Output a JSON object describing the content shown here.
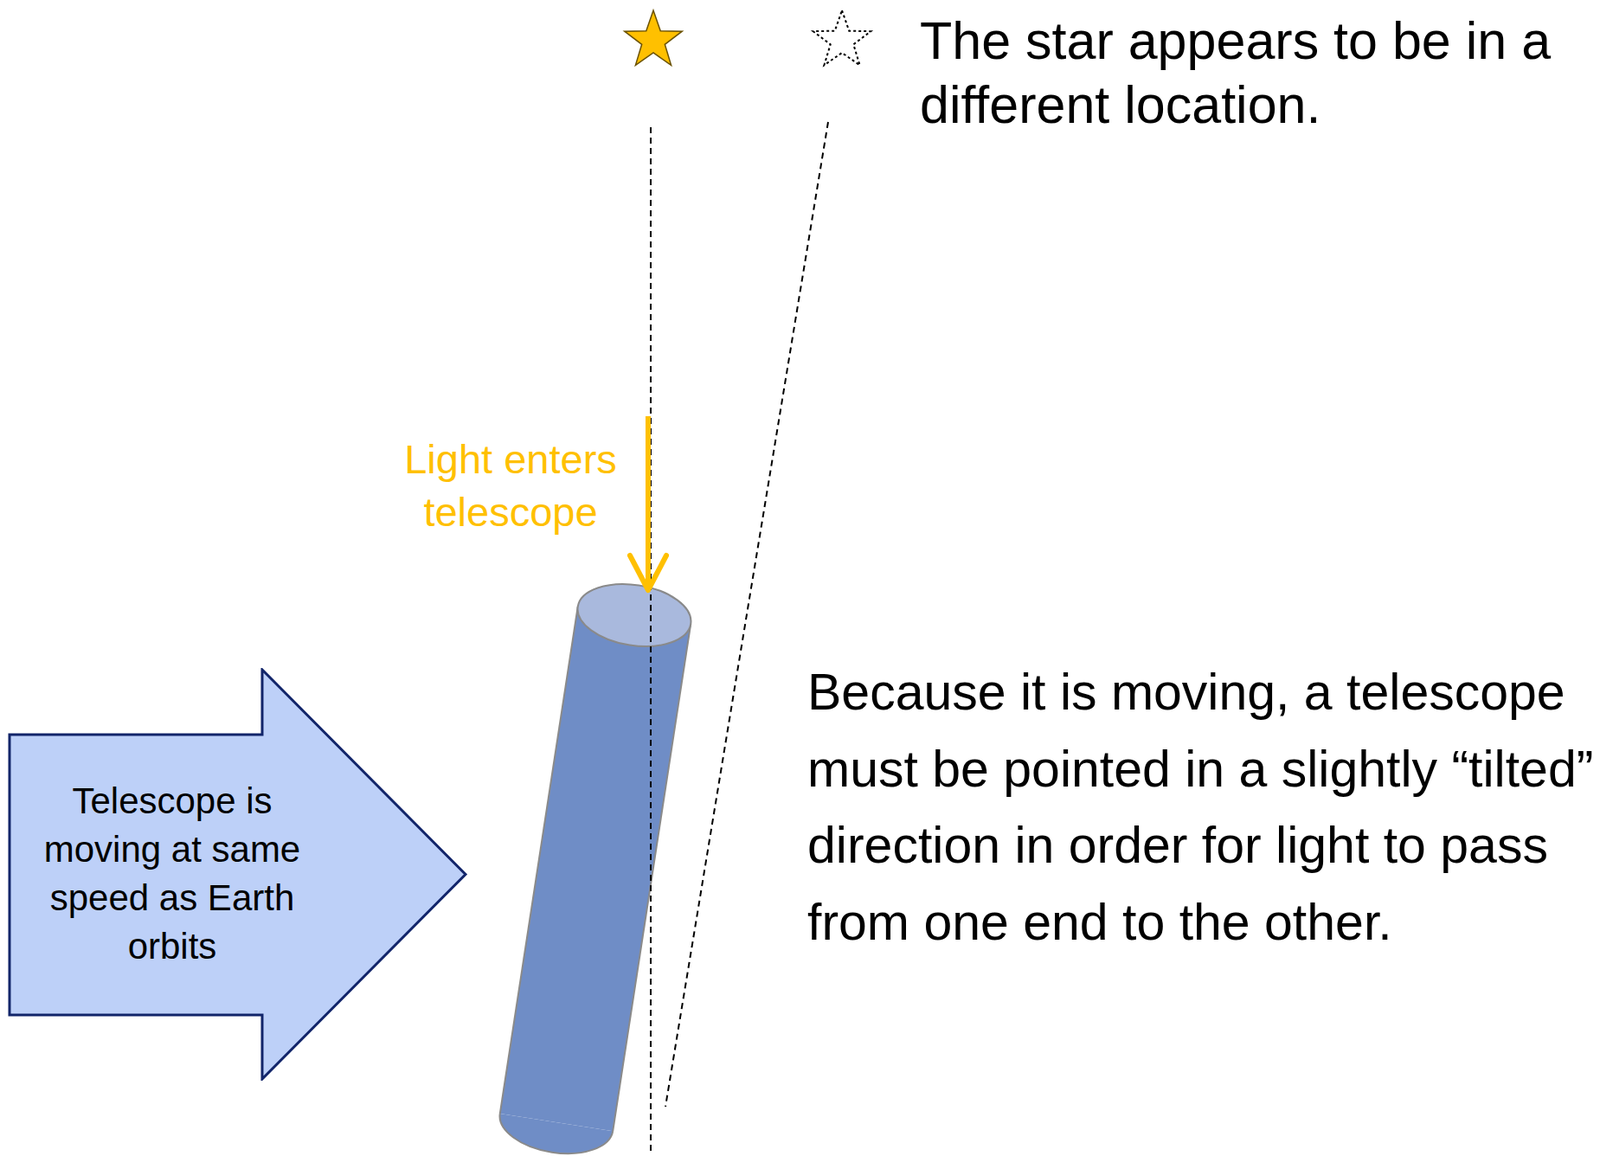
{
  "diagram": {
    "nodes": [
      {
        "text": [
          "Telescope is moving at same speed as Earth orbits"
        ]
      }
    ],
    "labels": [
      "The star appears to be in a different location.",
      "Light enters telescope",
      "Because it is moving, a telescope must be pointed in a slightly “tilted” direction in order for light to pass from one end to the other."
    ]
  }
}
